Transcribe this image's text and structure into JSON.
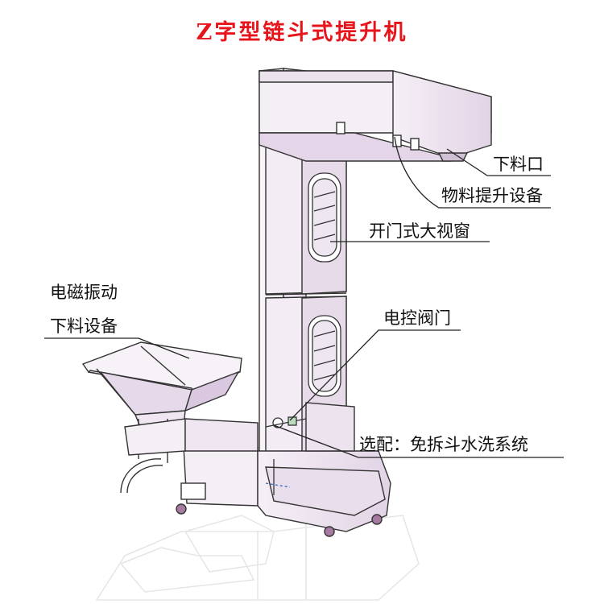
{
  "title": "Z字型链斗式提升机",
  "callouts": {
    "discharge_port": "下料口",
    "lifting_device": "物料提升设备",
    "view_window": "开门式大视窗",
    "vibratory_feeder_1": "电磁振动",
    "vibratory_feeder_2": "下料设备",
    "electric_valve": "电控阀门",
    "optional_wash": "选配：免拆斗水洗系统"
  },
  "colors": {
    "title": "#e8141b",
    "panel_fill": "#efe6f1",
    "panel_shade": "#d9c8df",
    "line": "#333333",
    "leader": "#222222"
  }
}
